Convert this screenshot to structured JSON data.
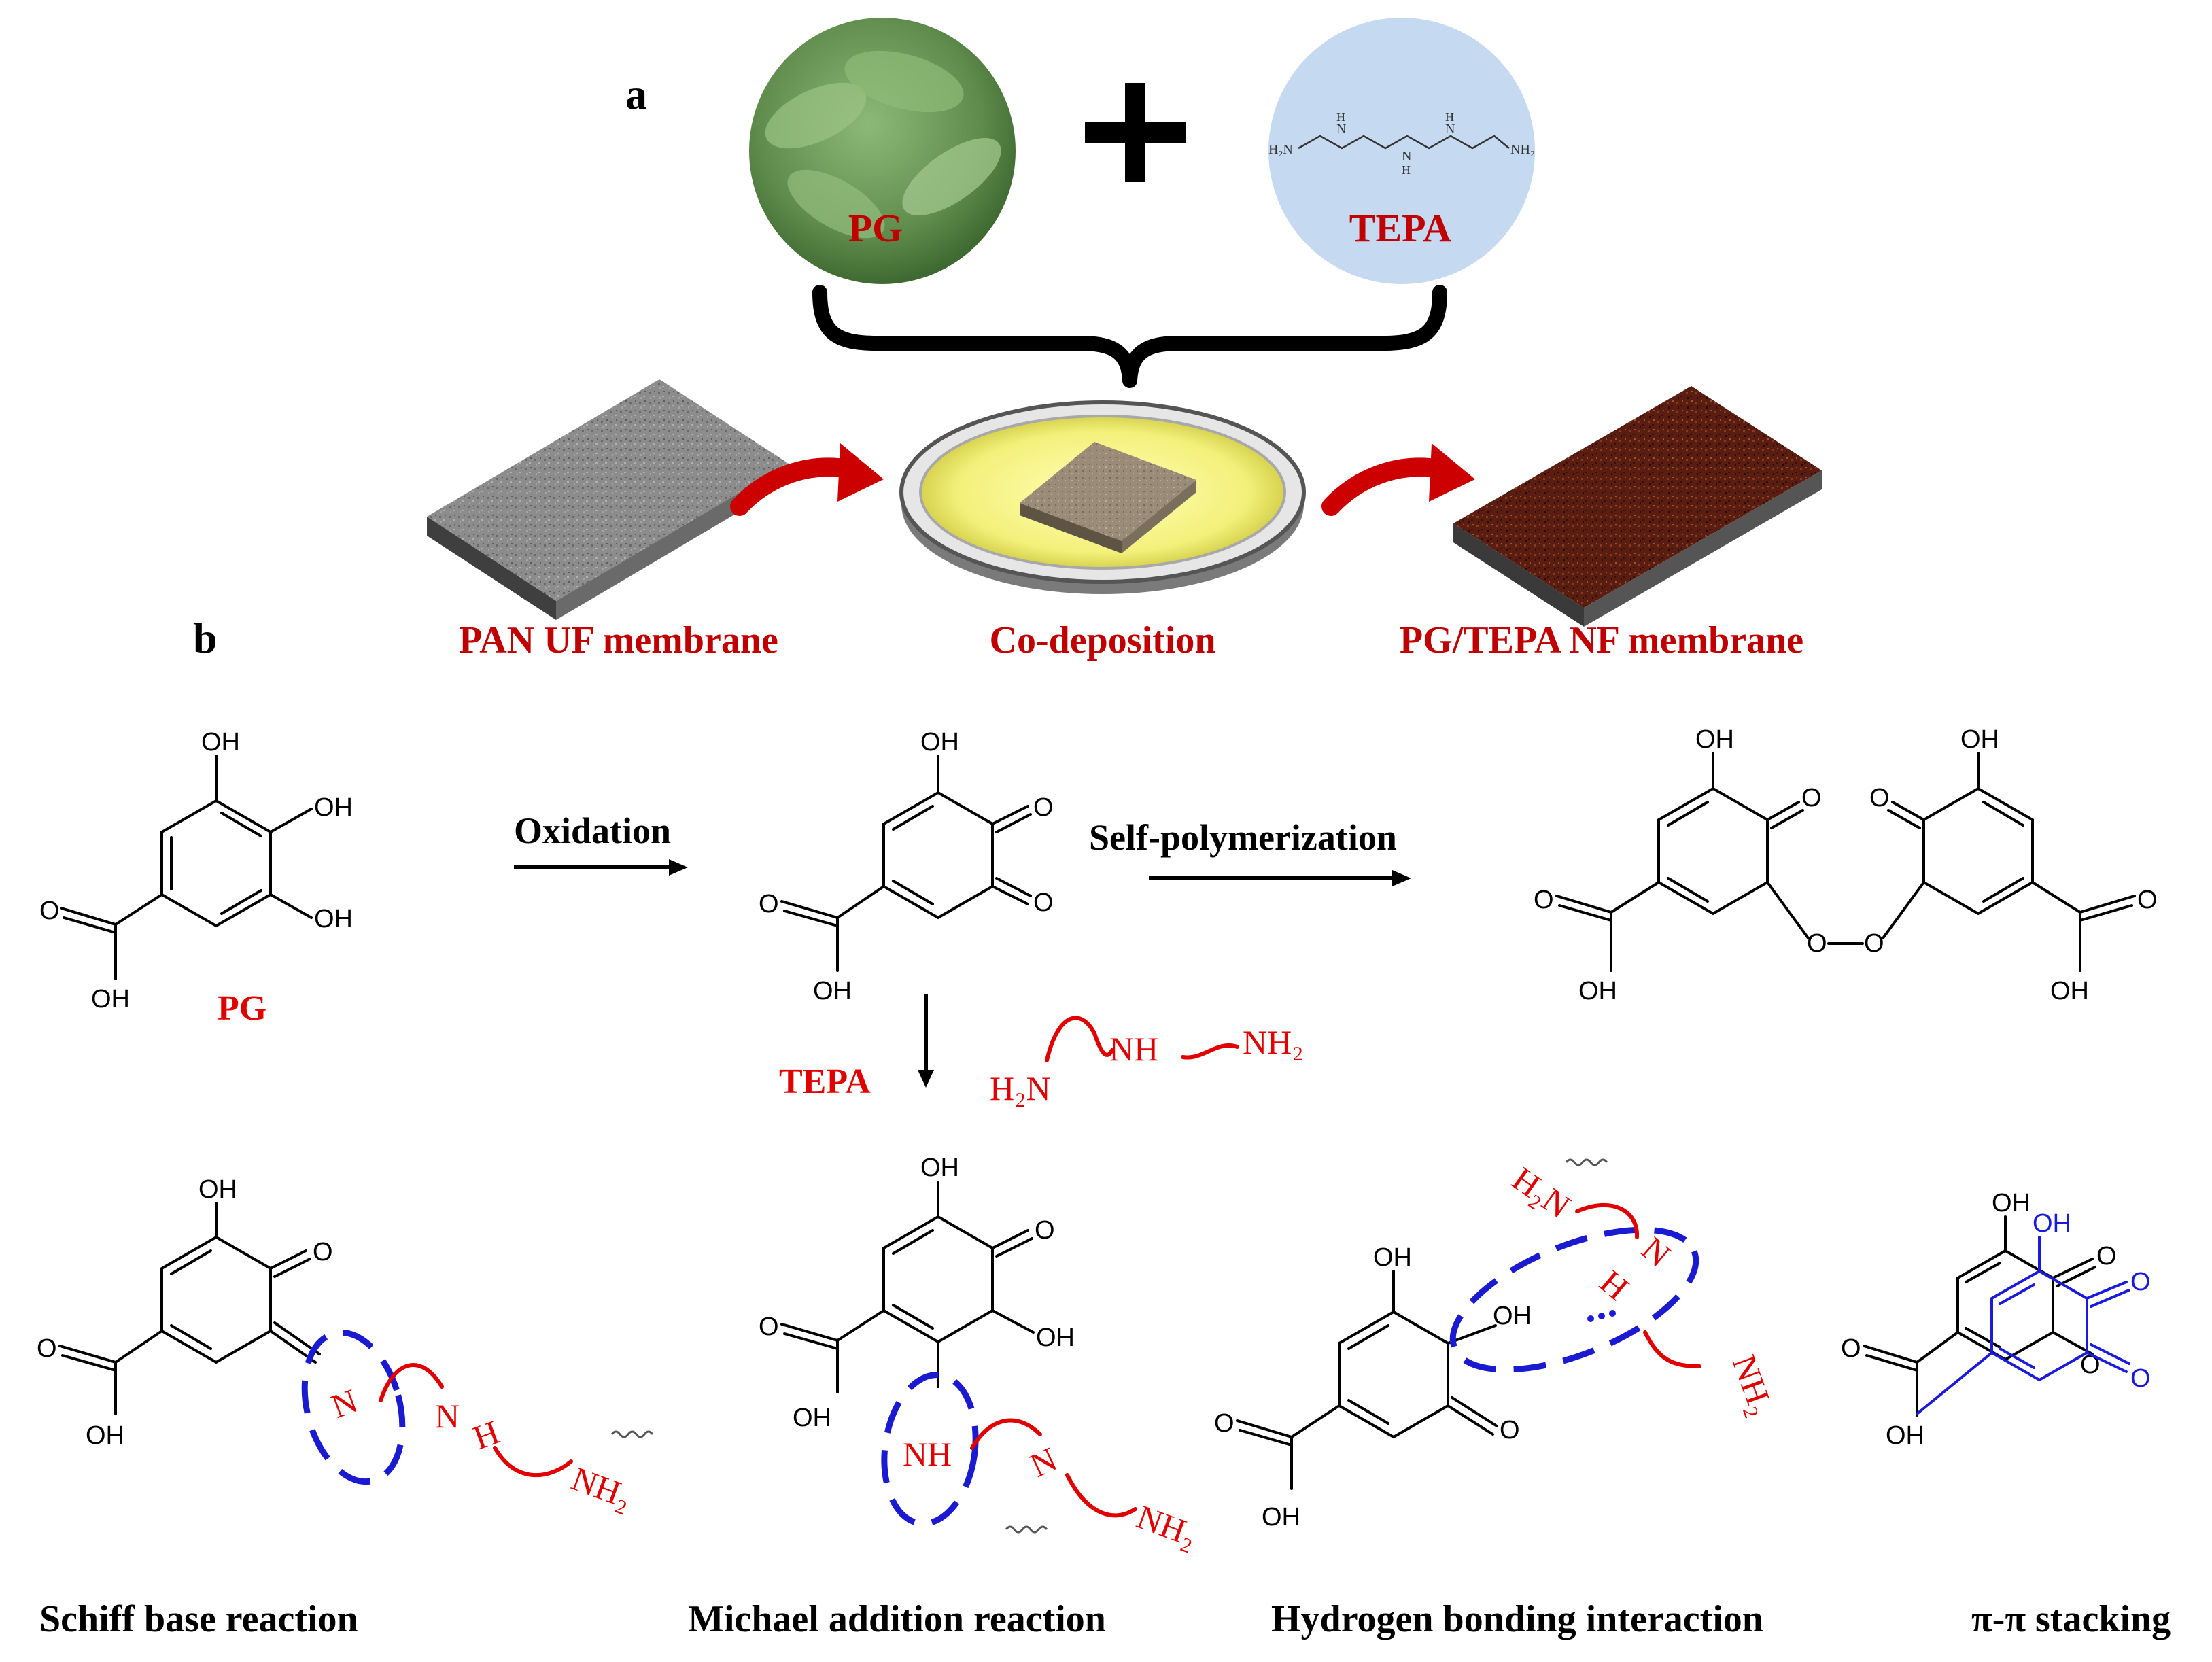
{
  "panel_labels": {
    "a": "a",
    "b": "b"
  },
  "panel_a": {
    "pg_circle_label": "PG",
    "tepa_circle_label": "TEPA",
    "tepa_structure_atoms": {
      "left": "H₂N",
      "n1": "N",
      "h1": "H",
      "n2": "N",
      "h2": "H",
      "n3": "N",
      "h3": "H",
      "right": "NH₂"
    },
    "plus_sign": "+",
    "pan_label": "PAN UF membrane",
    "codep_label": "Co-deposition",
    "nf_label": "PG/TEPA NF membrane",
    "colors": {
      "label_red": "#c00000",
      "circle_blue": "#c5d9f0",
      "leaf_green": "#6d9a5a",
      "arrow_red": "#cc0000",
      "membrane_nf": "#5a1d12",
      "membrane_pan": "#8a8a8a"
    }
  },
  "panel_b": {
    "oxidation_label": "Oxidation",
    "selfpoly_label": "Self-polymerization",
    "pg_name": "PG",
    "tepa_name": "TEPA",
    "tepa_chain": {
      "h2n": "H₂N",
      "nh": "NH",
      "nh2": "NH₂"
    },
    "atoms": {
      "oh": "OH",
      "o": "O",
      "n": "N",
      "h": "H",
      "nh": "NH",
      "nh2": "NH₂",
      "h2n": "H₂N"
    },
    "mechanisms": {
      "schiff": "Schiff base reaction",
      "michael": "Michael addition  reaction",
      "hbond": "Hydrogen bonding interaction",
      "pipi": "π-π stacking"
    },
    "colors": {
      "chain_red": "#e00000",
      "highlight_blue": "#1a1adc"
    }
  }
}
